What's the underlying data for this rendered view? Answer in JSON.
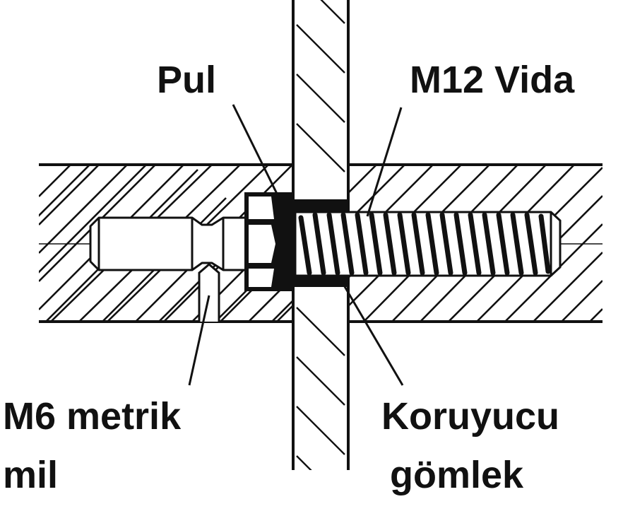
{
  "labels": {
    "washer": "Pul",
    "screw": "M12 Vida",
    "metric_pin_line1": "M6 metrik",
    "metric_pin_line2": "mil",
    "protective_sleeve_line1": "Koruyucu",
    "protective_sleeve_line2": "gömlek"
  },
  "colors": {
    "ink": "#111111",
    "background": "#ffffff"
  }
}
